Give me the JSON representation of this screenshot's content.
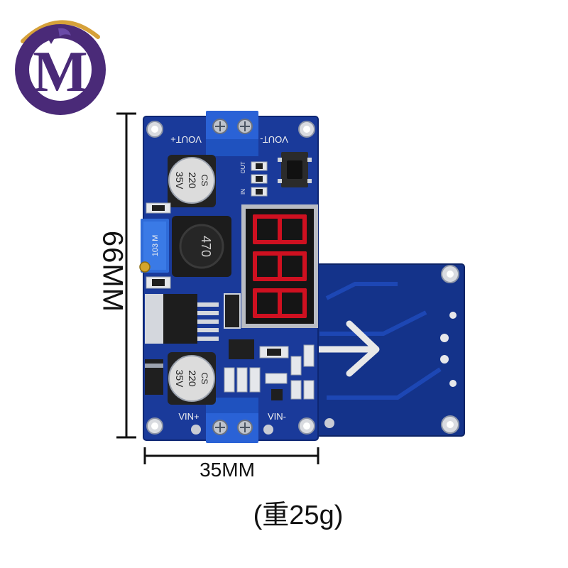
{
  "logo": {
    "letter": "M"
  },
  "board_front": {
    "silkscreen": {
      "vout_plus": "VOUT+",
      "vout_minus": "VOUT-",
      "vin_plus": "VIN+",
      "vin_minus": "VIN-",
      "out": "OUT",
      "in": "IN"
    },
    "capacitor_top": {
      "line1": "CS",
      "line2": "220",
      "line3": "35V"
    },
    "capacitor_bottom": {
      "line1": "CS",
      "line2": "220",
      "line3": "35V"
    },
    "inductor": "470",
    "potentiometer": "103 M"
  },
  "dimensions": {
    "height": "66MM",
    "width": "35MM",
    "weight": "(重25g)"
  },
  "colors": {
    "pcb": "#1a3a9a",
    "pcb_dark": "#12307e",
    "terminal": "#2a62d6",
    "display_segment": "#cf1020",
    "logo_purple": "#4a2a78",
    "logo_gold": "#d6a13a"
  }
}
